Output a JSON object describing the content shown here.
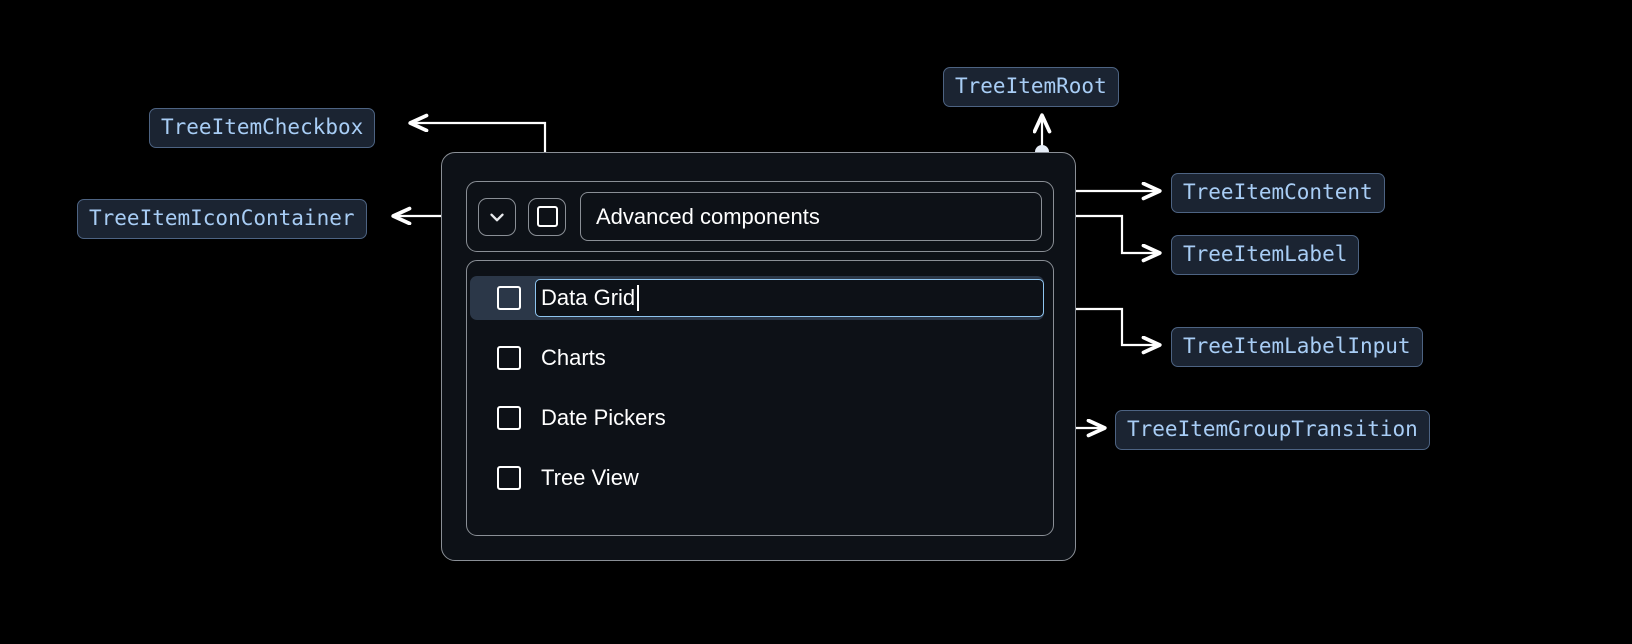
{
  "annotations": {
    "checkbox": "TreeItemCheckbox",
    "icon_container": "TreeItemIconContainer",
    "root": "TreeItemRoot",
    "content": "TreeItemContent",
    "label": "TreeItemLabel",
    "label_input": "TreeItemLabelInput",
    "group_transition": "TreeItemGroupTransition"
  },
  "tree": {
    "root_label": "Advanced components",
    "expand_icon": "chevron-down-icon",
    "children": [
      {
        "label": "Data Grid",
        "editing": true
      },
      {
        "label": "Charts",
        "editing": false
      },
      {
        "label": "Date Pickers",
        "editing": false
      },
      {
        "label": "Tree View",
        "editing": false
      }
    ]
  },
  "colors": {
    "background": "#000000",
    "chip_bg": "#1b2432",
    "chip_border": "#4d6382",
    "chip_text": "#a8cdf5",
    "panel_bg": "#0d1117",
    "panel_border": "#8a8f96",
    "selected_row_bg": "#2b3748",
    "input_border": "#8ec5f0",
    "connector": "#ffffff",
    "text": "#ffffff"
  }
}
